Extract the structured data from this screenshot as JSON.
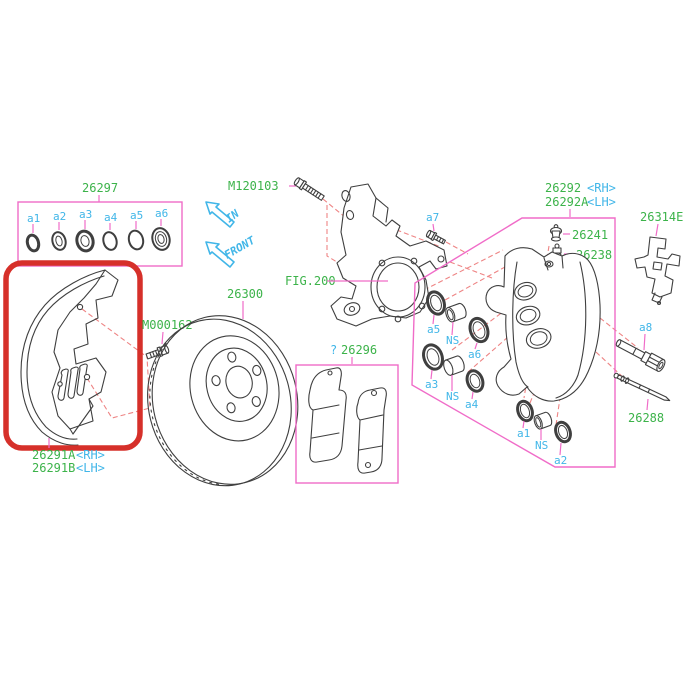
{
  "colors": {
    "green": "#3cb34a",
    "cyan": "#41b6e8",
    "pink": "#f06cc8",
    "red": "#d6302a",
    "dashred": "#ee8484",
    "line": "#3f3f3f",
    "bg": "#ffffff"
  },
  "arrows": {
    "in": "IN",
    "front": "FRONT"
  },
  "labels": {
    "seal_kit": {
      "pn": "26297",
      "items": [
        "a1",
        "a2",
        "a3",
        "a4",
        "a5",
        "a6"
      ]
    },
    "dust_shield": {
      "pn_rh": "26291A",
      "side_rh": "<RH>",
      "pn_lh": "26291B",
      "side_lh": "<LH>"
    },
    "shield_bolt": {
      "pn": "M000162"
    },
    "rotor": {
      "pn": "26300"
    },
    "knuckle_bolt": {
      "pn": "M120103"
    },
    "knuckle": {
      "ref": "FIG.200"
    },
    "pads": {
      "prefix": "?",
      "pn": "26296"
    },
    "caliper": {
      "pn_rh": "26292",
      "side_rh": "<RH>",
      "pn_lh": "26292A",
      "side_lh": "<LH>"
    },
    "bleeder_cap": {
      "pn": "26241"
    },
    "bleeder_screw": {
      "pn": "26238"
    },
    "pad_clip": {
      "pn": "26314E"
    },
    "lock_pin": {
      "pn": "26288"
    },
    "knuckle_small_bolt": {
      "id": "a7"
    },
    "guide_pin": {
      "id": "a8"
    },
    "piston": {
      "id": "NS"
    },
    "caliper_seals": [
      "a1",
      "a2",
      "a3",
      "a4",
      "a5",
      "a6"
    ]
  }
}
